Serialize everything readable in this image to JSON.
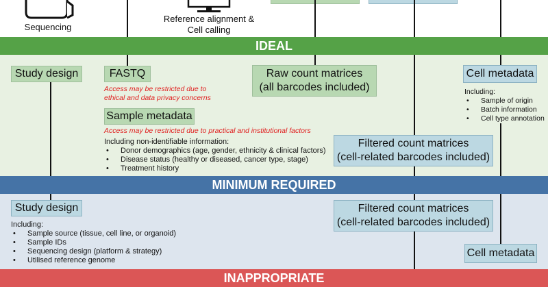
{
  "top": {
    "sequencing_label": "Sequencing",
    "alignment_label_line1": "Reference alignment &",
    "alignment_label_line2": "Cell calling"
  },
  "bands": {
    "ideal": "IDEAL",
    "minimum": "MINIMUM REQUIRED",
    "inappropriate": "INAPPROPRIATE"
  },
  "ideal": {
    "study_design": "Study design",
    "fastq": "FASTQ",
    "fastq_warning_line1": "Access may be restricted due to",
    "fastq_warning_line2": "ethical and data privacy concerns",
    "sample_metadata": "Sample metadata",
    "sample_metadata_warning": "Access may be restricted due to practical and institutional factors",
    "sample_metadata_intro": "Including non-identifiable information:",
    "sample_metadata_items": [
      "Donor demographics (age, gender, ethnicity & clinical factors)",
      "Disease status (healthy or diseased, cancer type, stage)",
      "Treatment history"
    ],
    "raw_counts_line1": "Raw count matrices",
    "raw_counts_line2": "(all barcodes included)",
    "filtered_counts_line1": "Filtered count matrices",
    "filtered_counts_line2": "(cell-related barcodes included)",
    "cell_metadata": "Cell metadata",
    "cell_metadata_intro": "Including:",
    "cell_metadata_items": [
      "Sample of origin",
      "Batch information",
      "Cell type annotation"
    ]
  },
  "minimum": {
    "study_design": "Study design",
    "study_design_intro": "Including:",
    "study_design_items": [
      "Sample source (tissue, cell line, or organoid)",
      "Sample IDs",
      "Sequencing design (platform & strategy)",
      "Utilised reference genome"
    ],
    "filtered_counts_line1": "Filtered count matrices",
    "filtered_counts_line2": "(cell-related barcodes included)",
    "cell_metadata": "Cell metadata"
  },
  "colors": {
    "ideal": "#55a247",
    "minimum": "#4573a6",
    "inappropriate": "#db5656",
    "warning": "#e02020",
    "green_box": "#b8d8b2",
    "blue_box": "#bcd8e2"
  }
}
